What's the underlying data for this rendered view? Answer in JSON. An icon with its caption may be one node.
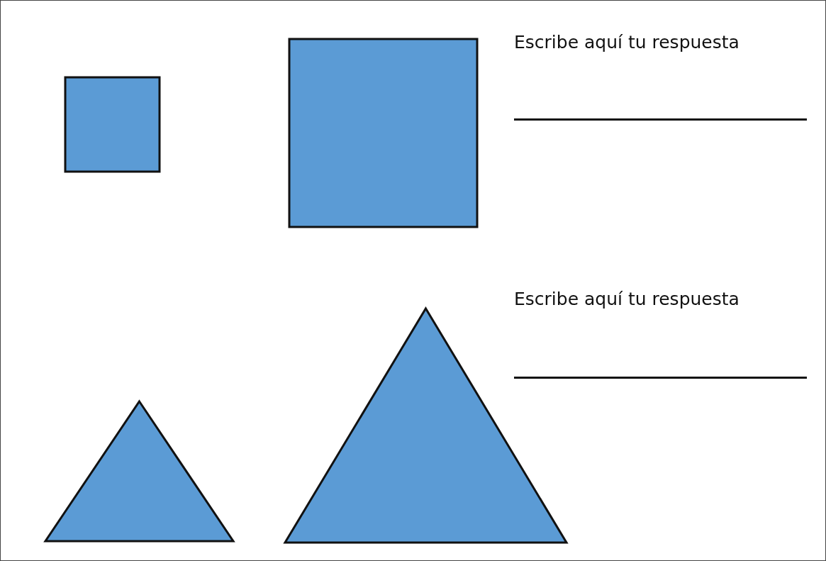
{
  "diagram": {
    "nodes": [
      {
        "text": [],
        "shape": "box"
      },
      {
        "text": [],
        "shape": "box"
      },
      {
        "text": [],
        "shape": "triangle"
      },
      {
        "text": [],
        "shape": "triangle"
      }
    ],
    "labels": [
      "Escribe aquí tu respuesta",
      "Escribe aquí tu respuesta"
    ]
  }
}
